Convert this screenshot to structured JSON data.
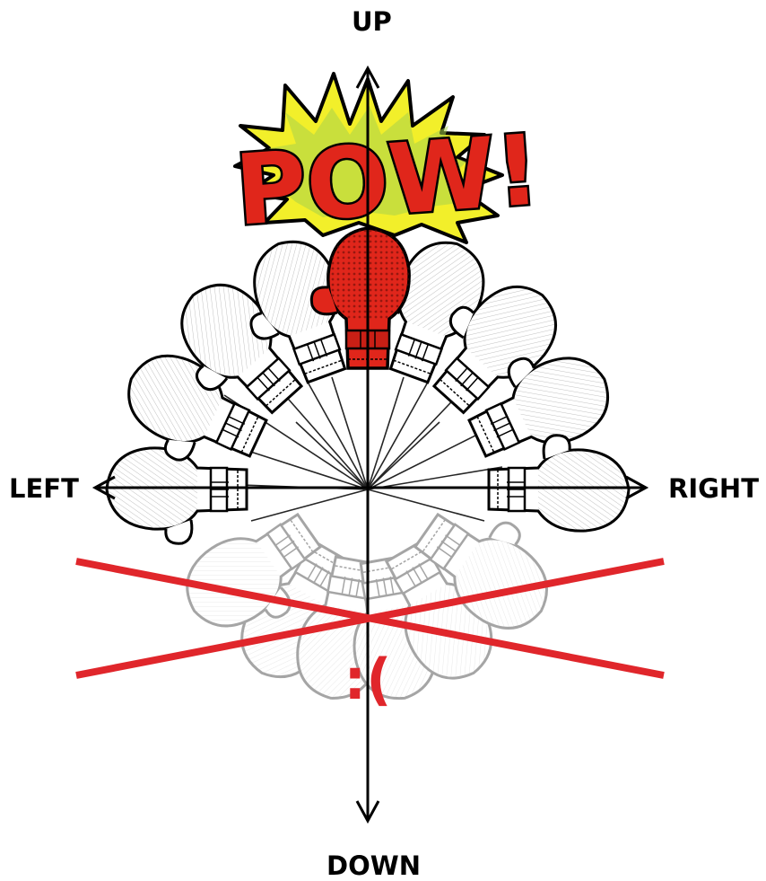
{
  "labels": {
    "up": "UP",
    "down": "DOWN",
    "left": "LEFT",
    "right": "RIGHT"
  },
  "burst_text": "POW!",
  "sad_face": ":(",
  "colors": {
    "glove_active": "#e0261b",
    "burst_fill": "#f2ef2a",
    "burst_green": "#a8d24a",
    "cross_out": "#e0262b",
    "ink": "#000000"
  },
  "icons": {
    "punch_glove": "boxing-glove-icon",
    "burst": "comic-pow-burst",
    "axes": "four-direction-arrows"
  },
  "directions": {
    "allowed": [
      "up",
      "left",
      "right"
    ],
    "crossed_out": [
      "down"
    ]
  }
}
